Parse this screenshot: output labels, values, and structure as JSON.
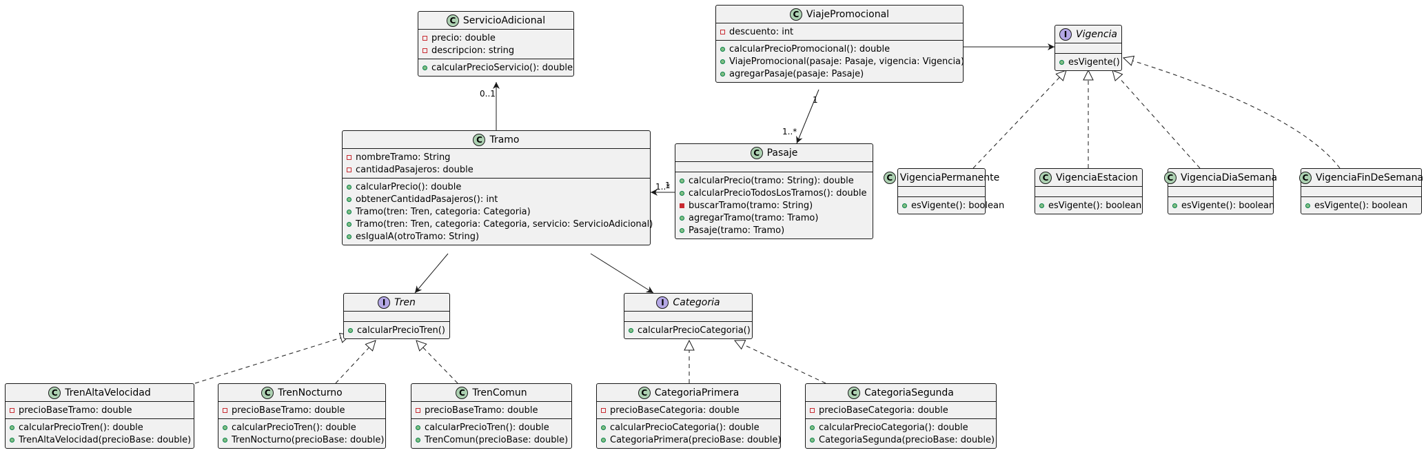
{
  "classes": {
    "servicio_adicional": {
      "name": "ServicioAdicional",
      "fields": [
        "precio: double",
        "descripcion: string"
      ],
      "methods": [
        "calcularPrecioServicio(): double"
      ]
    },
    "viaje_promocional": {
      "name": "ViajePromocional",
      "fields": [
        "descuento: int"
      ],
      "methods": [
        "calcularPrecioPromocional(): double",
        "ViajePromocional(pasaje: Pasaje, vigencia: Vigencia)",
        "agregarPasaje(pasaje: Pasaje)"
      ]
    },
    "vigencia": {
      "name": "Vigencia",
      "methods": [
        "esVigente()"
      ]
    },
    "tramo": {
      "name": "Tramo",
      "fields": [
        "nombreTramo: String",
        "cantidadPasajeros: double"
      ],
      "methods": [
        "calcularPrecio(): double",
        "obtenerCantidadPasajeros(): int",
        "Tramo(tren: Tren, categoria: Categoria)",
        "Tramo(tren: Tren, categoria: Categoria, servicio: ServicioAdicional)",
        "esIgualA(otroTramo: String)"
      ]
    },
    "pasaje": {
      "name": "Pasaje",
      "methods": [
        "calcularPrecio(tramo: String): double",
        "calcularPrecioTodosLosTramos(): double",
        "buscarTramo(tramo: String)",
        "agregarTramo(tramo: Tramo)",
        "Pasaje(tramo: Tramo)"
      ]
    },
    "vigencia_permanente": {
      "name": "VigenciaPermanente",
      "methods": [
        "esVigente(): boolean"
      ]
    },
    "vigencia_estacion": {
      "name": "VigenciaEstacion",
      "methods": [
        "esVigente(): boolean"
      ]
    },
    "vigencia_dia_semana": {
      "name": "VigenciaDiaSemana",
      "methods": [
        "esVigente(): boolean"
      ]
    },
    "vigencia_fin_de_semana": {
      "name": "VigenciaFinDeSemana",
      "methods": [
        "esVigente(): boolean"
      ]
    },
    "tren": {
      "name": "Tren",
      "methods": [
        "calcularPrecioTren()"
      ]
    },
    "categoria": {
      "name": "Categoria",
      "methods": [
        "calcularPrecioCategoria()"
      ]
    },
    "tren_alta_velocidad": {
      "name": "TrenAltaVelocidad",
      "fields": [
        "precioBaseTramo: double"
      ],
      "methods": [
        "calcularPrecioTren(): double",
        "TrenAltaVelocidad(precioBase: double)"
      ]
    },
    "tren_nocturno": {
      "name": "TrenNocturno",
      "fields": [
        "precioBaseTramo: double"
      ],
      "methods": [
        "calcularPrecioTren(): double",
        "TrenNocturno(precioBase: double)"
      ]
    },
    "tren_comun": {
      "name": "TrenComun",
      "fields": [
        "precioBaseTramo: double"
      ],
      "methods": [
        "calcularPrecioTren(): double",
        "TrenComun(precioBase: double)"
      ]
    },
    "categoria_primera": {
      "name": "CategoriaPrimera",
      "fields": [
        "precioBaseCategoria: double"
      ],
      "methods": [
        "calcularPrecioCategoria(): double",
        "CategoriaPrimera(precioBase: double)"
      ]
    },
    "categoria_segunda": {
      "name": "CategoriaSegunda",
      "fields": [
        "precioBaseCategoria: double"
      ],
      "methods": [
        "calcularPrecioCategoria(): double",
        "CategoriaSegunda(precioBase: double)"
      ]
    }
  },
  "badges": {
    "class": "C",
    "interface": "I"
  },
  "multiplicities": {
    "servicio_end": "0..1",
    "viaje_end": "1",
    "pasaje_end": "1..*",
    "pasaje_tramo_src": "1",
    "pasaje_tramo_dst": "1..*"
  },
  "colors": {
    "class_fill": "#f1f1f1",
    "border": "#181818",
    "class_badge": "#add1b2",
    "interface_badge": "#b4a7e5",
    "public_dot": "#84be84",
    "private_marker": "#c82930"
  }
}
